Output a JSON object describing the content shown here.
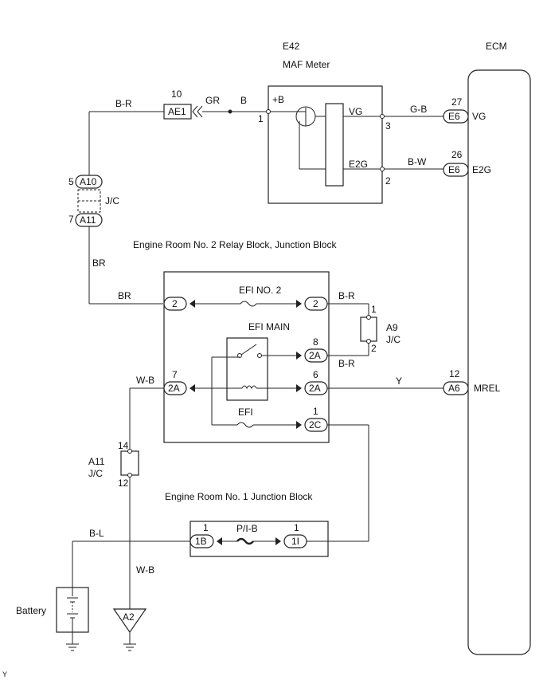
{
  "ecm": {
    "title": "ECM"
  },
  "maf": {
    "code": "E42",
    "name": "MAF Meter",
    "pin_b": "+B",
    "pin_b_no": "1",
    "vg": "VG",
    "e2g": "E2G",
    "vg_no": "3",
    "e2g_no": "2"
  },
  "conn_ae1": {
    "pin": "10",
    "label": "AE1"
  },
  "wires": {
    "br_top": "B-R",
    "gr": "GR",
    "b": "B",
    "gb": "G-B",
    "bw": "B-W",
    "br1": "BR",
    "br2": "BR",
    "br_efi2": "B-R",
    "br_a9": "B-R",
    "y": "Y",
    "wb_top": "W-B",
    "wb_bot": "W-B",
    "bl": "B-L"
  },
  "e6_vg": {
    "pin": "27",
    "label": "E6",
    "sig": "VG"
  },
  "e6_e2g": {
    "pin": "26",
    "label": "E6",
    "sig": "E2G"
  },
  "jc_a10": {
    "pin": "5",
    "label": "A10"
  },
  "jc_a11_top": {
    "pin": "7",
    "label": "A11",
    "jc": "J/C"
  },
  "relay_block": {
    "title": "Engine Room No. 2 Relay Block, Junction Block",
    "efi_no2": "EFI NO. 2",
    "efi_main": "EFI MAIN",
    "efi": "EFI"
  },
  "rb_conn": {
    "l2": "2",
    "r2": "2",
    "r2a_top": "2A",
    "r2a_top_no": "8",
    "l2a": "2A",
    "l2a_no": "7",
    "r2a_mid": "2A",
    "r2a_mid_no": "6",
    "r2c": "2C",
    "r2c_no": "1"
  },
  "a9": {
    "label": "A9",
    "jc": "J/C",
    "p1": "1",
    "p2": "2"
  },
  "a6": {
    "pin": "12",
    "label": "A6",
    "sig": "MREL"
  },
  "a11": {
    "label": "A11",
    "jc": "J/C",
    "p14": "14",
    "p12": "12"
  },
  "jb1": {
    "title": "Engine Room No. 1 Junction Block",
    "fuse": "P/I-B",
    "c1b": "1B",
    "c1b_no": "1",
    "c1i": "1I",
    "c1i_no": "1"
  },
  "battery": {
    "label": "Battery"
  },
  "ground_a2": {
    "label": "A2"
  },
  "footer": {
    "note": "Y"
  }
}
